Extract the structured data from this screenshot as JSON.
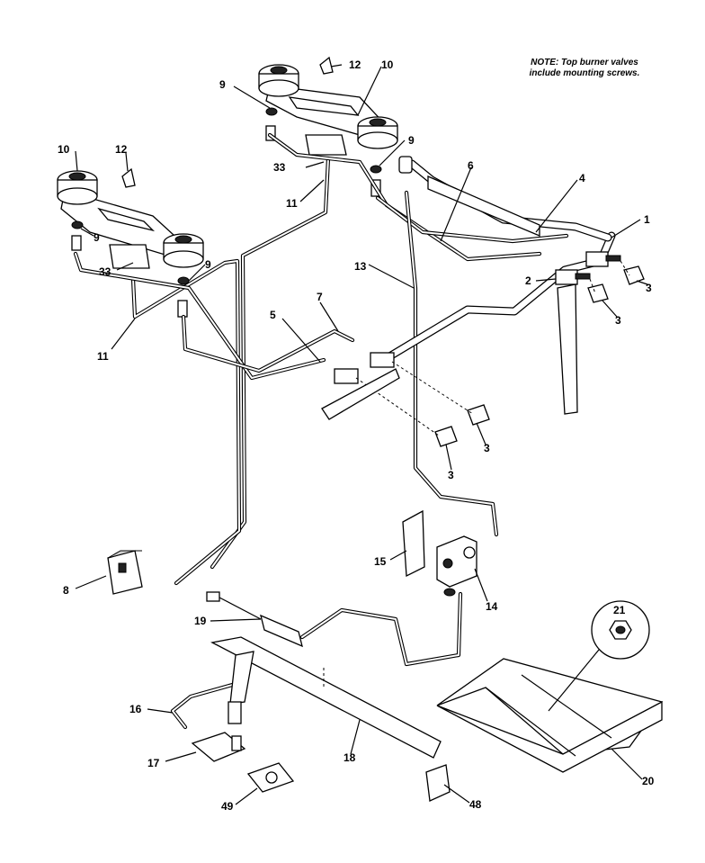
{
  "note": {
    "line1": "NOTE: Top burner valves",
    "line2": "include mounting screws."
  },
  "callouts": {
    "c1": "1",
    "c2": "2",
    "c3a": "3",
    "c3b": "3",
    "c3c": "3",
    "c3d": "3",
    "c4": "4",
    "c5": "5",
    "c6": "6",
    "c7": "7",
    "c8": "8",
    "c9a": "9",
    "c9b": "9",
    "c9c": "9",
    "c9d": "9",
    "c10a": "10",
    "c10b": "10",
    "c11a": "11",
    "c11b": "11",
    "c12a": "12",
    "c12b": "12",
    "c13": "13",
    "c14": "14",
    "c15": "15",
    "c16": "16",
    "c17": "17",
    "c18": "18",
    "c19": "19",
    "c20": "20",
    "c21": "21",
    "c33a": "33",
    "c33b": "33",
    "c48": "48",
    "c49": "49"
  }
}
